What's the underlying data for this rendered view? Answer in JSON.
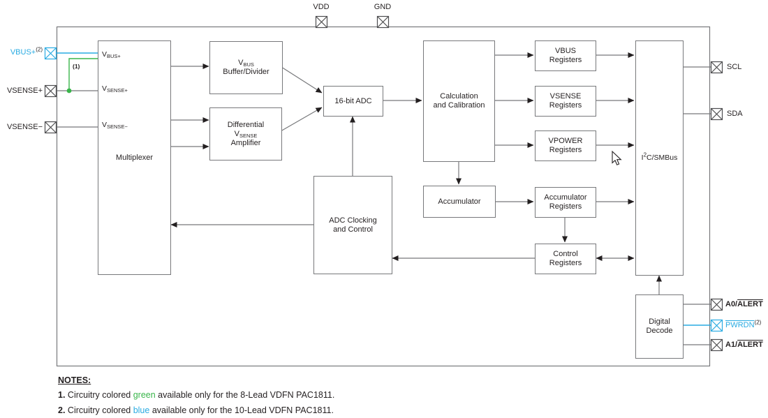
{
  "figure": {
    "description": "PAC1811 block diagram",
    "cursor": "mouse-pointer"
  },
  "colors": {
    "accent_blue": "#29ABE2",
    "accent_green": "#39B54A",
    "line_gray": "#77787B",
    "text_black": "#231F20"
  },
  "pins": {
    "vdd": "VDD",
    "gnd": "GND",
    "vbus_plus": {
      "label": "VBUS+",
      "note_sup": "(2)"
    },
    "vsense_plus": "VSENSE+",
    "vsense_minus": "VSENSE−",
    "scl": "SCL",
    "sda": "SDA",
    "a0_alert": {
      "prefix": "A0/",
      "overline": "ALERT"
    },
    "pwrdn": {
      "overline": "PWRDN",
      "note_sup": "(2)"
    },
    "a1_alert": {
      "prefix": "A1/",
      "overline": "ALERT"
    }
  },
  "blocks": {
    "multiplexer": {
      "label": "Multiplexer",
      "in_vbus": {
        "main": "V",
        "sub": "BUS+"
      },
      "in_vsense_plus": {
        "main": "V",
        "sub": "SENSE+"
      },
      "in_vsense_minus": {
        "main": "V",
        "sub": "SENSE−"
      }
    },
    "vbus_buffer": {
      "l1_main": "V",
      "l1_sub": "BUS",
      "l2": "Buffer/Divider"
    },
    "diff_amp": {
      "l1": "Differential",
      "l2_main": "V",
      "l2_sub": "SENSE",
      "l3": "Amplifier"
    },
    "adc": {
      "label": "16-bit ADC"
    },
    "calc": {
      "l1": "Calculation",
      "l2": "and Calibration"
    },
    "adc_clocking": {
      "l1": "ADC Clocking",
      "l2": "and Control"
    },
    "accumulator": {
      "label": "Accumulator"
    },
    "vbus_registers": {
      "l1": "VBUS",
      "l2": "Registers"
    },
    "vsense_registers": {
      "l1": "VSENSE",
      "l2": "Registers"
    },
    "vpower_registers": {
      "l1": "VPOWER",
      "l2": "Registers"
    },
    "accumulator_registers": {
      "l1": "Accumulator",
      "l2": "Registers"
    },
    "control_registers": {
      "l1": "Control",
      "l2": "Registers"
    },
    "i2c": {
      "pre": "I",
      "sup": "2",
      "post": "C/SMBus"
    },
    "digital_decode": {
      "l1": "Digital",
      "l2": "Decode"
    }
  },
  "wire_note": "(1)",
  "notes": {
    "heading": "NOTES:",
    "items": [
      {
        "num": "1.",
        "before": "Circuitry colored ",
        "word": "green",
        "after": " available only for the 8-Lead VDFN PAC1811."
      },
      {
        "num": "2.",
        "before": "Circuitry colored ",
        "word": "blue",
        "after": " available only for the 10-Lead VDFN PAC1811."
      }
    ]
  }
}
